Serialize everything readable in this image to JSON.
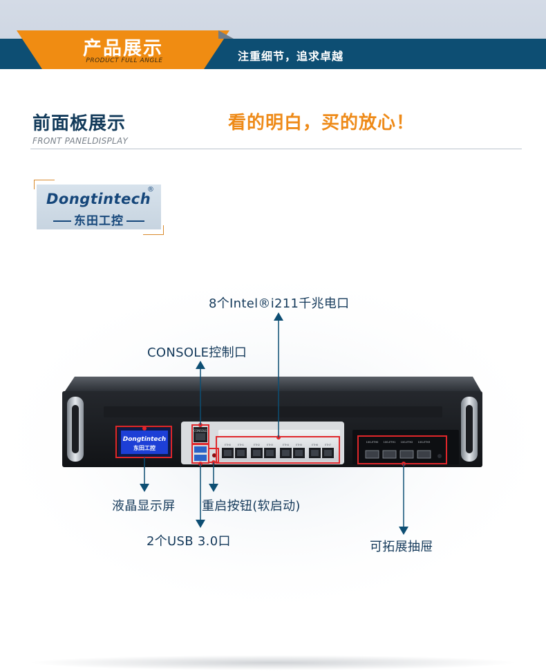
{
  "banner": {
    "title": "产品展示",
    "subtitle": "PRODUCT FULL ANGLE",
    "slogan": "注重细节，追求卓越"
  },
  "section": {
    "title": "前面板展示",
    "slogan": "看的明白，买的放心！",
    "subtitle": "FRONT PANELDISPLAY"
  },
  "logo": {
    "brand": "Dongtintech",
    "registered": "®",
    "brand_cn": "东田工控"
  },
  "device": {
    "lcd_brand": "Dongtintech",
    "lcd_brand_cn": "东田工控",
    "console_port_label": "CONSOLE",
    "lan_port_labels": [
      "ETH0",
      "ETH1",
      "ETH2",
      "ETH3",
      "ETH4",
      "ETH5",
      "ETH6",
      "ETH7"
    ],
    "expansion_port_labels": [
      "10G-ETH0",
      "10G-ETH1",
      "10G-ETH2",
      "10G-ETH3"
    ]
  },
  "callouts": {
    "lan_ports": "8个Intel®i211千兆电口",
    "console": "CONSOLE控制口",
    "lcd": "液晶显示屏",
    "reset": "重启按钮(软启动)",
    "usb": "2个USB 3.0口",
    "expansion": "可拓展抽屉"
  },
  "colors": {
    "banner_blue": "#0d4e73",
    "banner_orange": "#f08c12",
    "slogan_orange": "#ee8a18",
    "callout_red": "#e0262a",
    "arrow_blue": "#0d4e73"
  }
}
